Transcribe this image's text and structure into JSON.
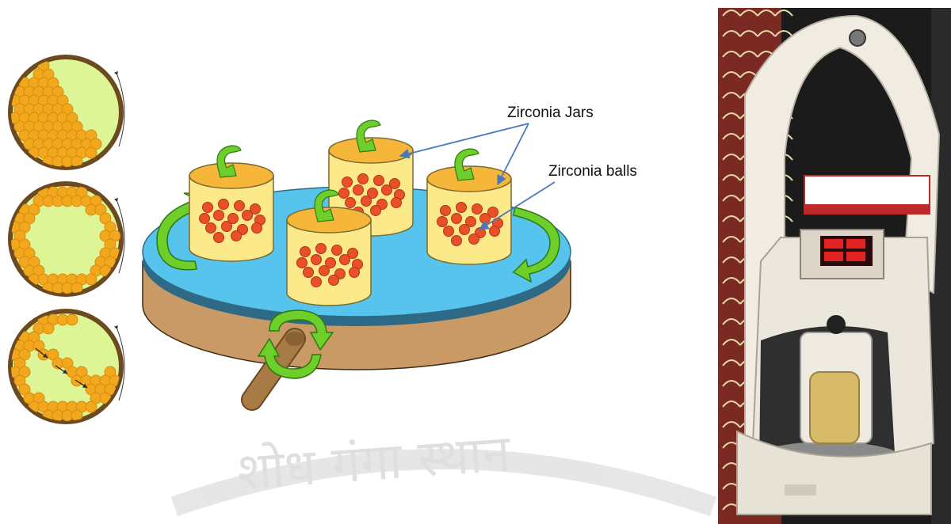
{
  "labels": {
    "jars": "Zirconia Jars",
    "balls": "Zirconia balls"
  },
  "watermark": {
    "text": "शोध गंगा स्थान"
  },
  "colors": {
    "rim": "#6b4a1f",
    "jar_inside": "#def596",
    "ball": "#f2a81d",
    "ball_edge": "#d98a10",
    "disc_top": "#56c4ec",
    "disc_side": "#c99a66",
    "disc_edge": "#3a7a9a",
    "jar_body": "#fbe98a",
    "jar_lid": "#f5b63a",
    "red_ball": "#e8502a",
    "arrow_green": "#6fcf2a",
    "pointer_blue": "#4a78c0",
    "handle": "#a87a44",
    "machine_body": "#ece7dc",
    "led": "#e32222"
  },
  "panels": {
    "regimes": [
      "cascading-regime",
      "centrifugal-regime",
      "cataracting-regime"
    ],
    "photo": "planetary-ball-mill-photo"
  }
}
